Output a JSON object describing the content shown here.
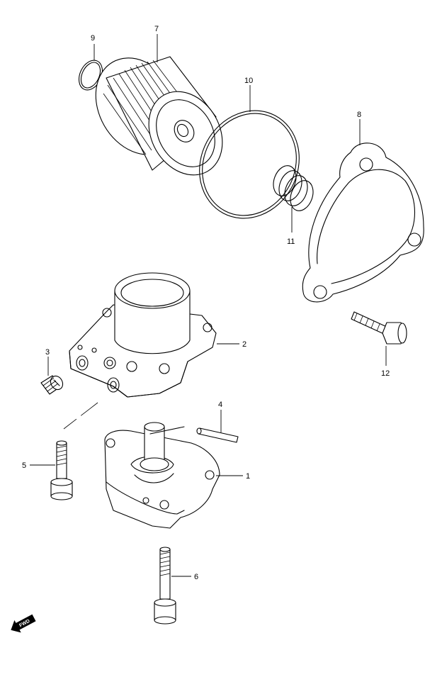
{
  "diagram": {
    "callouts": [
      {
        "id": "c1",
        "label": "1"
      },
      {
        "id": "c2",
        "label": "2"
      },
      {
        "id": "c3",
        "label": "3"
      },
      {
        "id": "c4",
        "label": "4"
      },
      {
        "id": "c5",
        "label": "5"
      },
      {
        "id": "c6",
        "label": "6"
      },
      {
        "id": "c7",
        "label": "7"
      },
      {
        "id": "c8",
        "label": "8"
      },
      {
        "id": "c9",
        "label": "9"
      },
      {
        "id": "c10",
        "label": "10"
      },
      {
        "id": "c11",
        "label": "11"
      },
      {
        "id": "c12",
        "label": "12"
      }
    ],
    "direction_marker": {
      "label": "FWD",
      "icon": "forward-arrow-icon"
    }
  }
}
